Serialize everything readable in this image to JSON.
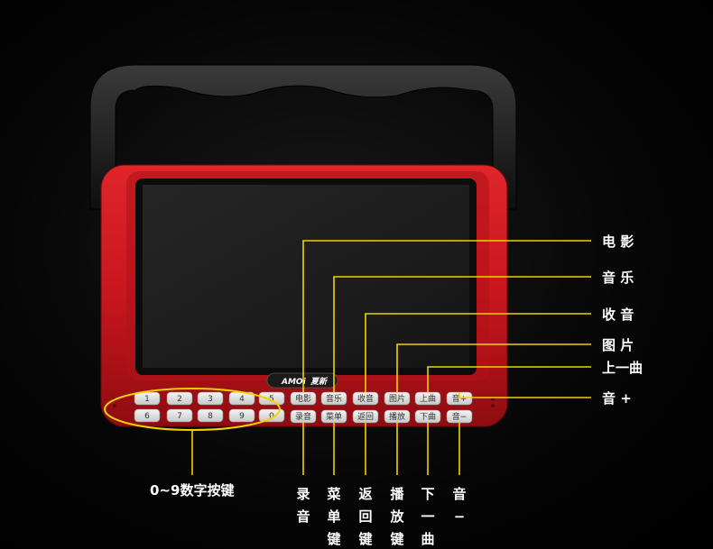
{
  "brand": {
    "logo": "AMOi",
    "logo_cn": "夏新"
  },
  "numeric_keys_row1": [
    "1",
    "2",
    "3",
    "4",
    "5"
  ],
  "numeric_keys_row2": [
    "6",
    "7",
    "8",
    "9",
    "0"
  ],
  "function_keys_row1": [
    "电影",
    "音乐",
    "收音",
    "图片",
    "上曲",
    "音+"
  ],
  "function_keys_row2": [
    "录音",
    "菜单",
    "返回",
    "播放",
    "下曲",
    "音−"
  ],
  "callouts_right": [
    "电 影",
    "音 乐",
    "收 音",
    "图 片",
    "上一曲",
    "音 +"
  ],
  "callout_numeric": "0~9数字按键",
  "callouts_bottom": [
    [
      "录",
      "音"
    ],
    [
      "菜",
      "单",
      "键"
    ],
    [
      "返",
      "回",
      "键"
    ],
    [
      "播",
      "放",
      "键"
    ],
    [
      "下",
      "一",
      "曲"
    ],
    [
      "音",
      "−"
    ]
  ],
  "colors": {
    "body": "#c8161d",
    "body_dark": "#8e0c10",
    "callout_line": "#f0d200",
    "handle": "#1b1b1b",
    "screen": "#1c1c1c"
  }
}
